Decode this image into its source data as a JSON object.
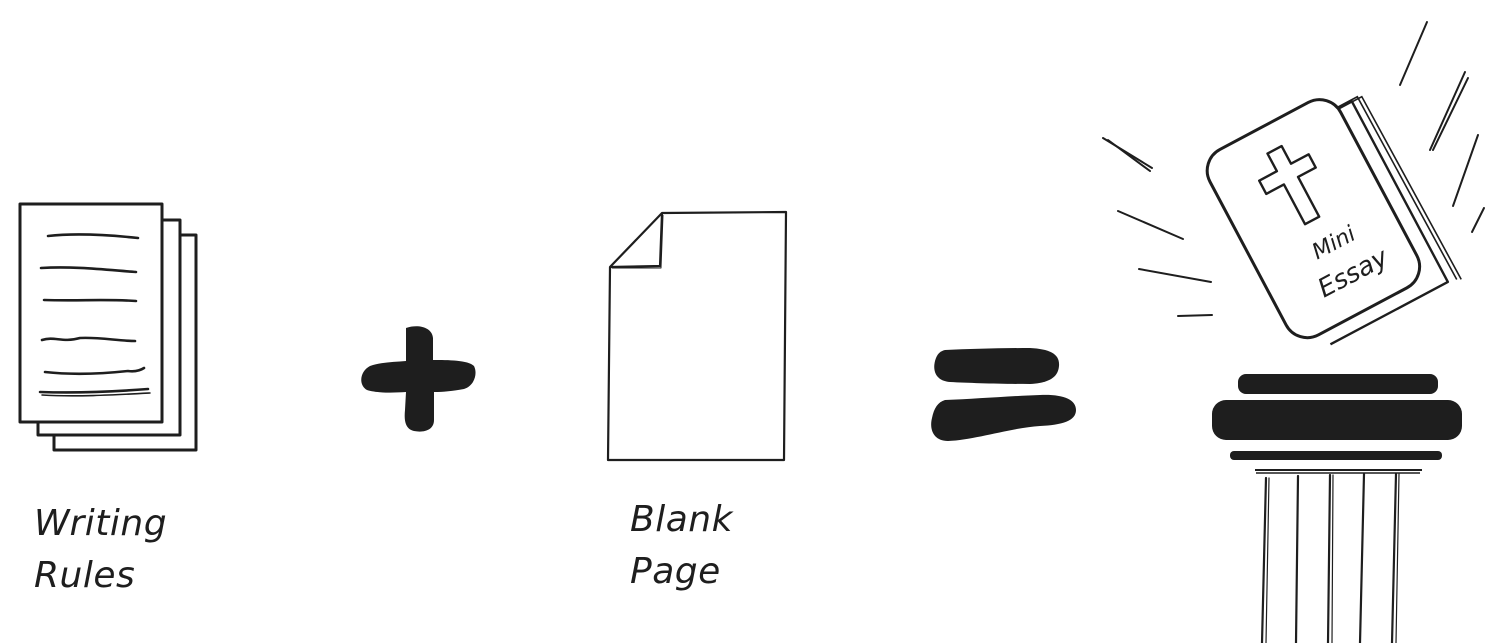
{
  "writing_rules": {
    "line1": "Writing",
    "line2": "Rules"
  },
  "blank_page": {
    "line1": "Blank",
    "line2": "Page"
  },
  "book": {
    "line1": "Mini",
    "line2": "Essay"
  },
  "icons": [
    "stacked-pages-icon",
    "plus-icon",
    "blank-page-icon",
    "equals-icon",
    "book-icon",
    "cross-icon",
    "pillar-icon"
  ],
  "colors": {
    "ink": "#1e1e1e",
    "background": "#ffffff"
  }
}
